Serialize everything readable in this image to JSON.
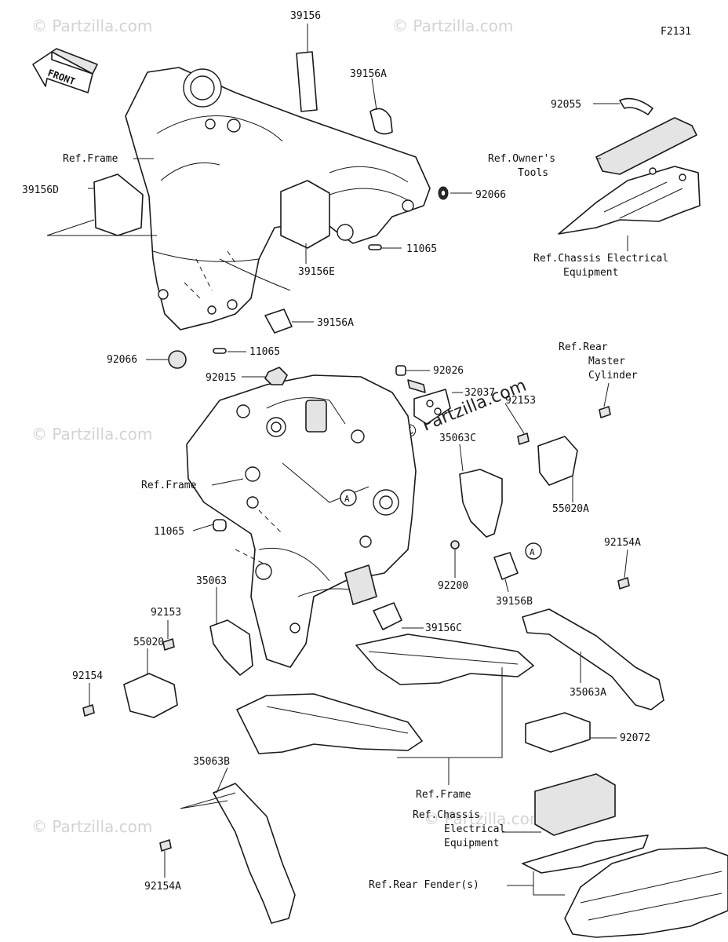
{
  "figure_code": "F2131",
  "front_arrow": "FRONT",
  "watermark": "© Partzilla.com",
  "callout_letter": "A",
  "labels": {
    "p39156": "39156",
    "p39156A_top": "39156A",
    "p92055": "92055",
    "ref_frame_top": "Ref.Frame",
    "ref_owners_tools_1": "Ref.Owner's",
    "ref_owners_tools_2": "Tools",
    "p39156D": "39156D",
    "p92066_right": "92066",
    "p11065_top": "11065",
    "ref_chassis_top_1": "Ref.Chassis Electrical",
    "ref_chassis_top_2": "Equipment",
    "p39156E": "39156E",
    "p39156A_mid": "39156A",
    "p92066_left": "92066",
    "p11065_mid": "11065",
    "ref_rear_master_1": "Ref.Rear",
    "ref_rear_master_2": "Master",
    "ref_rear_master_3": "Cylinder",
    "p92015": "92015",
    "p92026": "92026",
    "p32037": "32037",
    "p92153_top": "92153",
    "p35063C": "35063C",
    "ref_frame_mid": "Ref.Frame",
    "p55020A": "55020A",
    "p11065_low": "11065",
    "p92154A_right": "92154A",
    "p92200": "92200",
    "p39156B": "39156B",
    "p35063": "35063",
    "p92153_low": "92153",
    "p39156C": "39156C",
    "p55020": "55020",
    "p92154": "92154",
    "p35063A": "35063A",
    "p92072": "92072",
    "p35063B": "35063B",
    "ref_frame_low": "Ref.Frame",
    "ref_chassis_low_1": "Ref.Chassis",
    "ref_chassis_low_2": "Electrical",
    "ref_chassis_low_3": "Equipment",
    "p92154A_low": "92154A",
    "ref_rear_fender": "Ref.Rear Fender(s)"
  }
}
